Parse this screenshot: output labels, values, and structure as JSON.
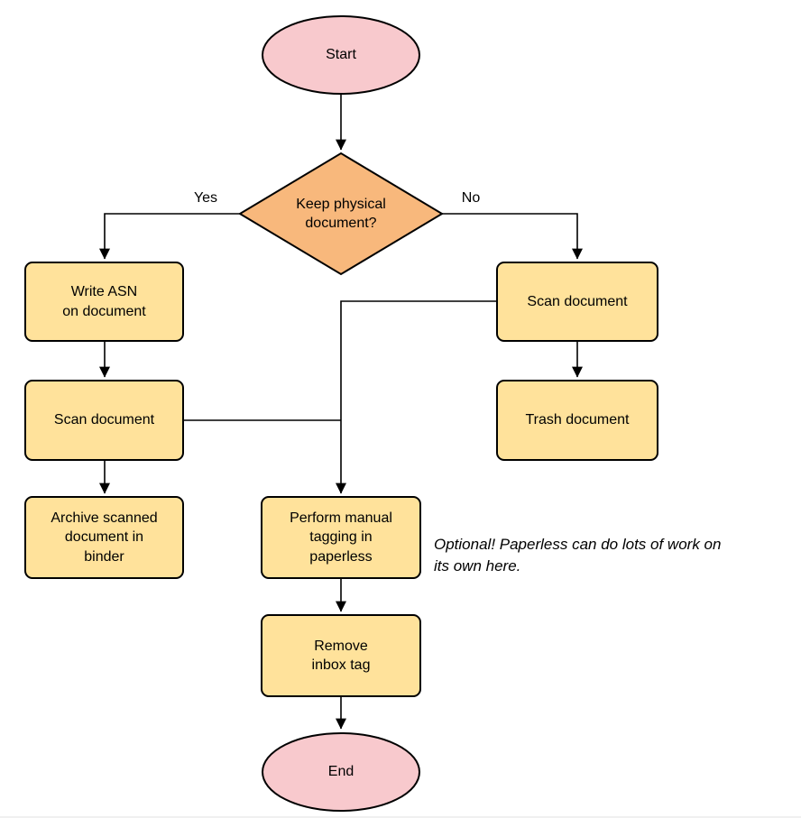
{
  "colors": {
    "terminator_fill": "#f8c9cd",
    "decision_fill": "#f8b87c",
    "process_fill": "#ffe29b",
    "stroke": "#000000"
  },
  "nodes": {
    "start": {
      "label": "Start"
    },
    "decision": {
      "label": "Keep physical\ndocument?"
    },
    "write_asn": {
      "label": "Write ASN\non document"
    },
    "scan_left": {
      "label": "Scan document"
    },
    "archive": {
      "label": "Archive scanned\ndocument in\nbinder"
    },
    "scan_right": {
      "label": "Scan document"
    },
    "trash": {
      "label": "Trash document"
    },
    "tagging": {
      "label": "Perform manual\ntagging in\npaperless"
    },
    "remove_inbox": {
      "label": "Remove\ninbox tag"
    },
    "end": {
      "label": "End"
    }
  },
  "edge_labels": {
    "yes": "Yes",
    "no": "No"
  },
  "annotation": {
    "text": "Optional! Paperless can do lots of work on\nits own here."
  }
}
